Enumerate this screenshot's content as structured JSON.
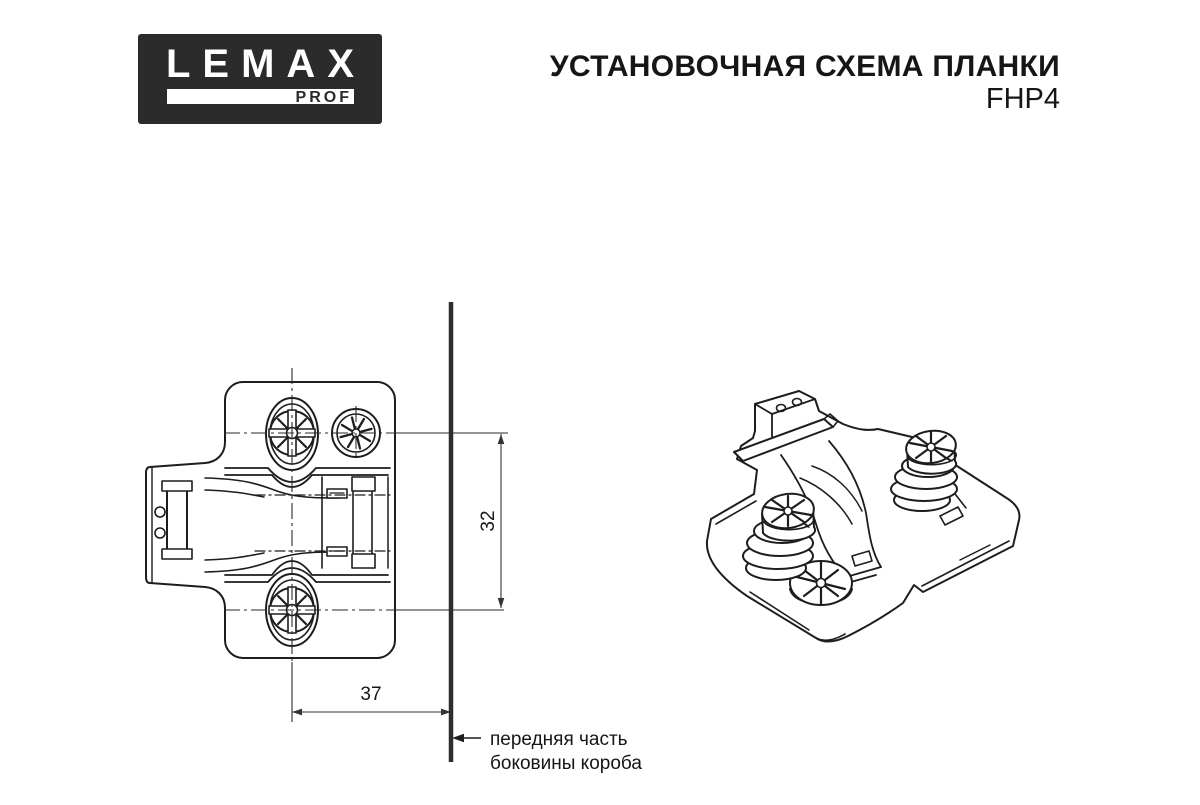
{
  "logo": {
    "brand": "LEMAX",
    "sub": "PROF",
    "bg": "#2b2b2b"
  },
  "header": {
    "title": "УСТАНОВОЧНАЯ СХЕМА ПЛАНКИ",
    "model": "FHP4"
  },
  "drawing": {
    "dim_vertical": "32",
    "dim_horizontal": "37",
    "leader_line1": "передняя часть",
    "leader_line2": "боковины короба"
  },
  "colors": {
    "line": "#1d1d1b",
    "dim": "#333333",
    "wall": "#2d2d2d"
  }
}
